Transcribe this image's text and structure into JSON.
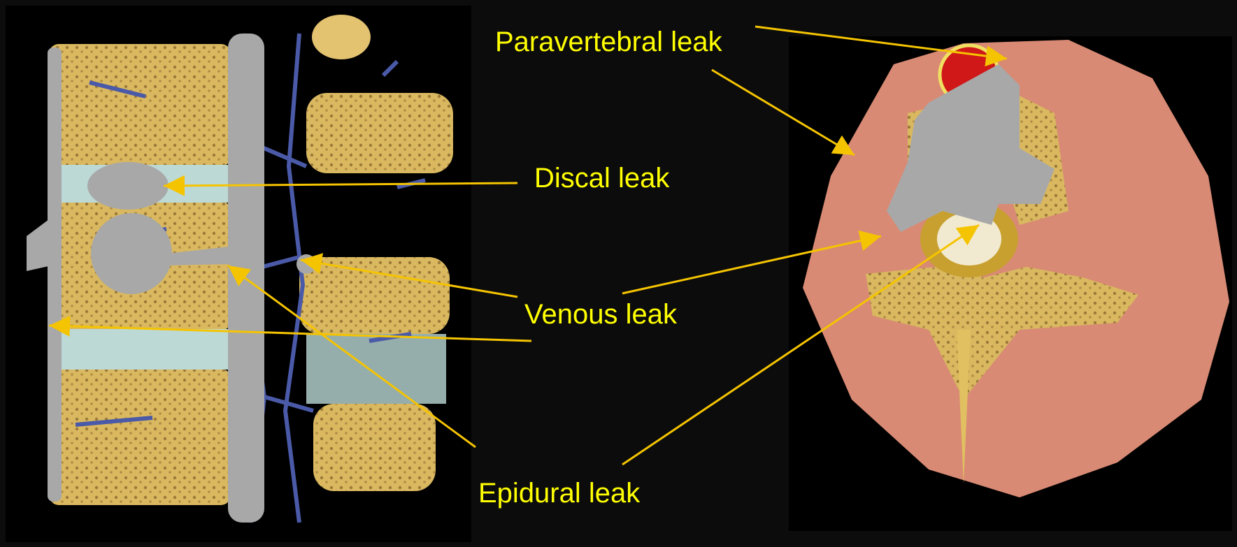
{
  "labels": {
    "paravertebral": "Paravertebral leak",
    "discal": "Discal leak",
    "venous": "Venous leak",
    "epidural": "Epidural leak"
  },
  "colors": {
    "background": "#0c0c0c",
    "label_text": "#ffff00",
    "arrow": "#f5c400",
    "cement": "#a8a8a8",
    "bone": "#d9b860",
    "disc": "#bcd9d6",
    "vein": "#4a5aa8",
    "muscle": "#d98a74",
    "artery": "#d01818"
  }
}
